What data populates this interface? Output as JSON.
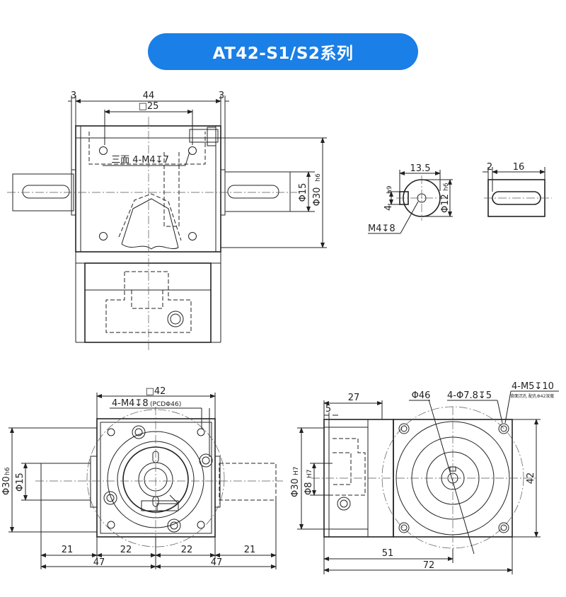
{
  "title": "AT42-S1/S2系列",
  "front_view": {
    "dim_left": "3",
    "dim_width": "44",
    "dim_right": "3",
    "dim_square": "□25",
    "note_holes": "三面 4-M4↧7",
    "dim_shaft_dia": "Φ15",
    "dim_housing_dia": "Φ30",
    "dim_housing_tol": "h6"
  },
  "shaft_key_view": {
    "dim_width": "13.5",
    "dim_key": "4",
    "dim_key_tol": "h9",
    "dim_dia": "Φ12",
    "dim_dia_tol": "h6",
    "dim_thread": "M4↧8"
  },
  "shaft_side_view": {
    "dim_offset": "2",
    "dim_length": "16"
  },
  "bottom_front_view": {
    "dim_square": "□42",
    "note_holes": "4-M4↧8",
    "note_pcd": "(PCDΦ46)",
    "dim_housing_dia": "Φ30",
    "dim_housing_tol": "h6",
    "dim_shaft_dia": "Φ15",
    "dim_21_left": "21",
    "dim_22_left": "22",
    "dim_22_right": "22",
    "dim_21_right": "21",
    "dim_47_left": "47",
    "dim_47_right": "47"
  },
  "bottom_side_view": {
    "dim_27": "27",
    "dim_5": "5",
    "dim_46": "Φ46",
    "note_holes": "4-Φ7.8↧5",
    "note_tap": "4-M5↧10",
    "note_tap_sub": "背面沉孔 配孔Φ42深度",
    "dim_bore": "Φ30",
    "dim_bore_tol": "H7",
    "dim_inner": "Φ8",
    "dim_inner_tol": "H7",
    "dim_height": "42",
    "dim_51": "51",
    "dim_72": "72"
  }
}
